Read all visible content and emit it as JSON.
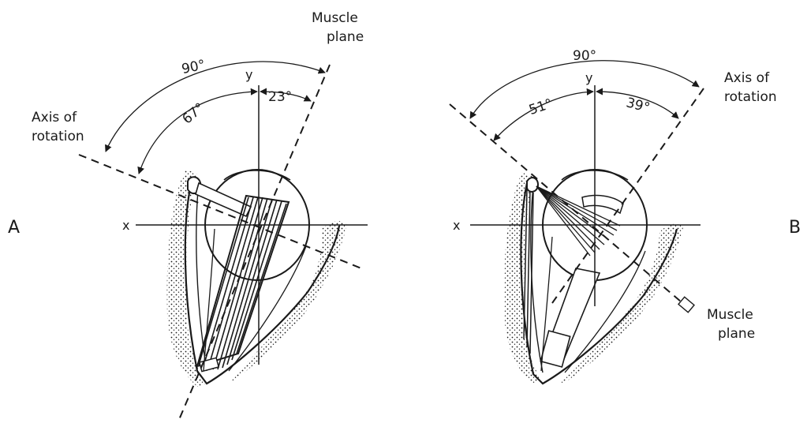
{
  "panel_a": {
    "letter": "A",
    "axis_x": "x",
    "axis_y": "y",
    "muscle_label": [
      "Muscle",
      "plane"
    ],
    "rotation_label": [
      "Axis of",
      "rotation"
    ],
    "angle_total": "90°",
    "angle_left": "67°",
    "angle_right": "23°"
  },
  "panel_b": {
    "letter": "B",
    "axis_x": "x",
    "axis_y": "y",
    "muscle_label": [
      "Muscle",
      "plane"
    ],
    "rotation_label": [
      "Axis of",
      "rotation"
    ],
    "angle_total": "90°",
    "angle_left": "51°",
    "angle_right": "39°"
  },
  "colors": {
    "ink": "#1a1a1a",
    "background": "#ffffff"
  }
}
